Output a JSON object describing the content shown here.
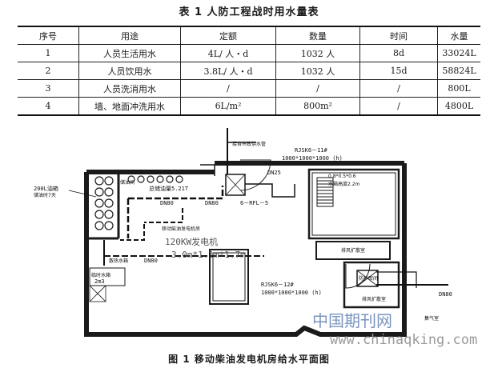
{
  "table": {
    "caption": "表 1  人防工程战时用水量表",
    "headers": [
      "序号",
      "用途",
      "定额",
      "数量",
      "时间",
      "水量"
    ],
    "rows": [
      [
        "1",
        "人员生活用水",
        "4L/ 人・d",
        "1032 人",
        "8d",
        "33024L"
      ],
      [
        "2",
        "人员饮用水",
        "3.8L/ 人・d",
        "1032 人",
        "15d",
        "58824L"
      ],
      [
        "3",
        "人员洗消用水",
        "/",
        "/",
        "/",
        "800L"
      ],
      [
        "4",
        "墙、地面冲洗用水",
        "6L/m²",
        "800m²",
        "/",
        "4800L"
      ]
    ]
  },
  "figure": {
    "caption": "图 1  移动柴油发电机房给水平面图",
    "labels": {
      "top_pipe": "接自市政供水管",
      "rjsk_top": "RJSK6－11#",
      "rjsk_top_dim": "1000*1000*1000 (h)",
      "dn25": "DN25",
      "room_dim": "0.8*0.5*0.6",
      "room_height": "水箱高度2.2m",
      "tank_left_1": "200L油箱",
      "tank_left_2": "储油时7天",
      "oil_room": "储油间",
      "oil_total": "总储油量5.21T",
      "dn80_top": "DN80",
      "dn80_mid": "DN80",
      "dn80_bottom": "DN80",
      "dn80_right": "DN80",
      "rfl": "6－RFL－5",
      "gen_room": "移动柴油发电机房",
      "gen_power": "120KW发电机",
      "gen_dim": "3.0m*1.1m*1.7m",
      "heat_tank": "散热水箱",
      "temp_tank": "临时水箱",
      "temp_tank_vol": "2m3",
      "exhaust_room": "排风扩散室",
      "rjsk_bottom": "RJSK6－12#",
      "rjsk_bottom_dim": "1000*1000*1000 (h)",
      "gate_room": "防护密闭",
      "exhaust_room_2": "排风扩散室",
      "gas_room": "集气室"
    }
  },
  "watermark": {
    "cn": "中国期刊网",
    "url": "www.chinaqking.com"
  },
  "colors": {
    "ink": "#1a1a1a",
    "watermark_blue": "#7a95bf",
    "watermark_gray": "#9a9a9a"
  }
}
